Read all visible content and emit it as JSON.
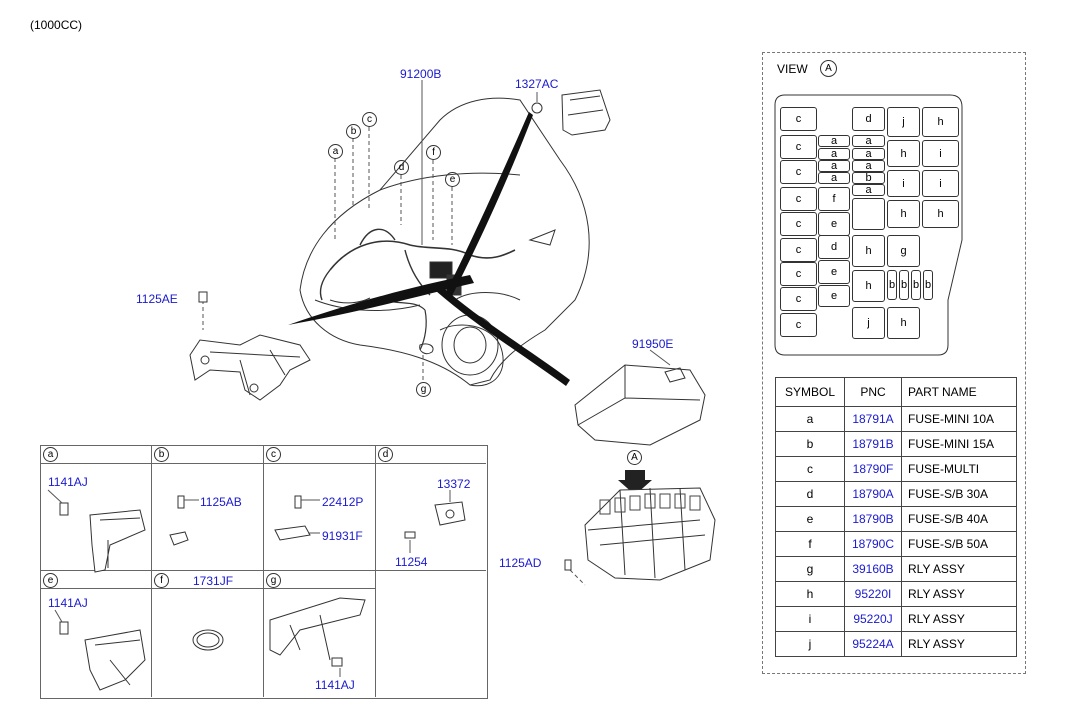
{
  "variant": "(1000CC)",
  "callouts": {
    "harness": "91200B",
    "relay_nut": "1327AC",
    "bolt_left": "1125AE",
    "cover": "91950E",
    "bolt_box": "1125AD",
    "letters_main": [
      "a",
      "b",
      "c",
      "d",
      "f",
      "e",
      "g"
    ],
    "arrow_tag": "A"
  },
  "view": {
    "title": "VIEW",
    "tag": "A",
    "cells": [
      "c",
      "d",
      "j",
      "h",
      "c",
      "a",
      "a",
      "h",
      "i",
      "a",
      "a",
      "c",
      "a",
      "a",
      "a",
      "b",
      "i",
      "i",
      "a",
      "c",
      "f",
      "h",
      "h",
      "c",
      "e",
      "c",
      "d",
      "h",
      "g",
      "c",
      "e",
      "h",
      "b",
      "b",
      "b",
      "b",
      "c",
      "e",
      "c",
      "j",
      "h"
    ]
  },
  "parts_table": {
    "headers": [
      "SYMBOL",
      "PNC",
      "PART NAME"
    ],
    "rows": [
      {
        "symbol": "a",
        "pnc": "18791A",
        "name": "FUSE-MINI 10A"
      },
      {
        "symbol": "b",
        "pnc": "18791B",
        "name": "FUSE-MINI 15A"
      },
      {
        "symbol": "c",
        "pnc": "18790F",
        "name": "FUSE-MULTI"
      },
      {
        "symbol": "d",
        "pnc": "18790A",
        "name": "FUSE-S/B 30A"
      },
      {
        "symbol": "e",
        "pnc": "18790B",
        "name": "FUSE-S/B 40A"
      },
      {
        "symbol": "f",
        "pnc": "18790C",
        "name": "FUSE-S/B 50A"
      },
      {
        "symbol": "g",
        "pnc": "39160B",
        "name": "RLY ASSY"
      },
      {
        "symbol": "h",
        "pnc": "95220I",
        "name": "RLY ASSY"
      },
      {
        "symbol": "i",
        "pnc": "95220J",
        "name": "RLY ASSY"
      },
      {
        "symbol": "j",
        "pnc": "95224A",
        "name": "RLY ASSY"
      }
    ]
  },
  "sub_panels": {
    "a": {
      "tag": "a",
      "p1": "1141AJ"
    },
    "b": {
      "tag": "b",
      "p1": "1125AB"
    },
    "c": {
      "tag": "c",
      "p1": "22412P",
      "p2": "91931F"
    },
    "d": {
      "tag": "d",
      "p1": "13372",
      "p2": "11254"
    },
    "e": {
      "tag": "e",
      "p1": "1141AJ"
    },
    "f": {
      "tag": "f",
      "p1": "1731JF"
    },
    "g": {
      "tag": "g",
      "p1": "1141AJ"
    }
  }
}
